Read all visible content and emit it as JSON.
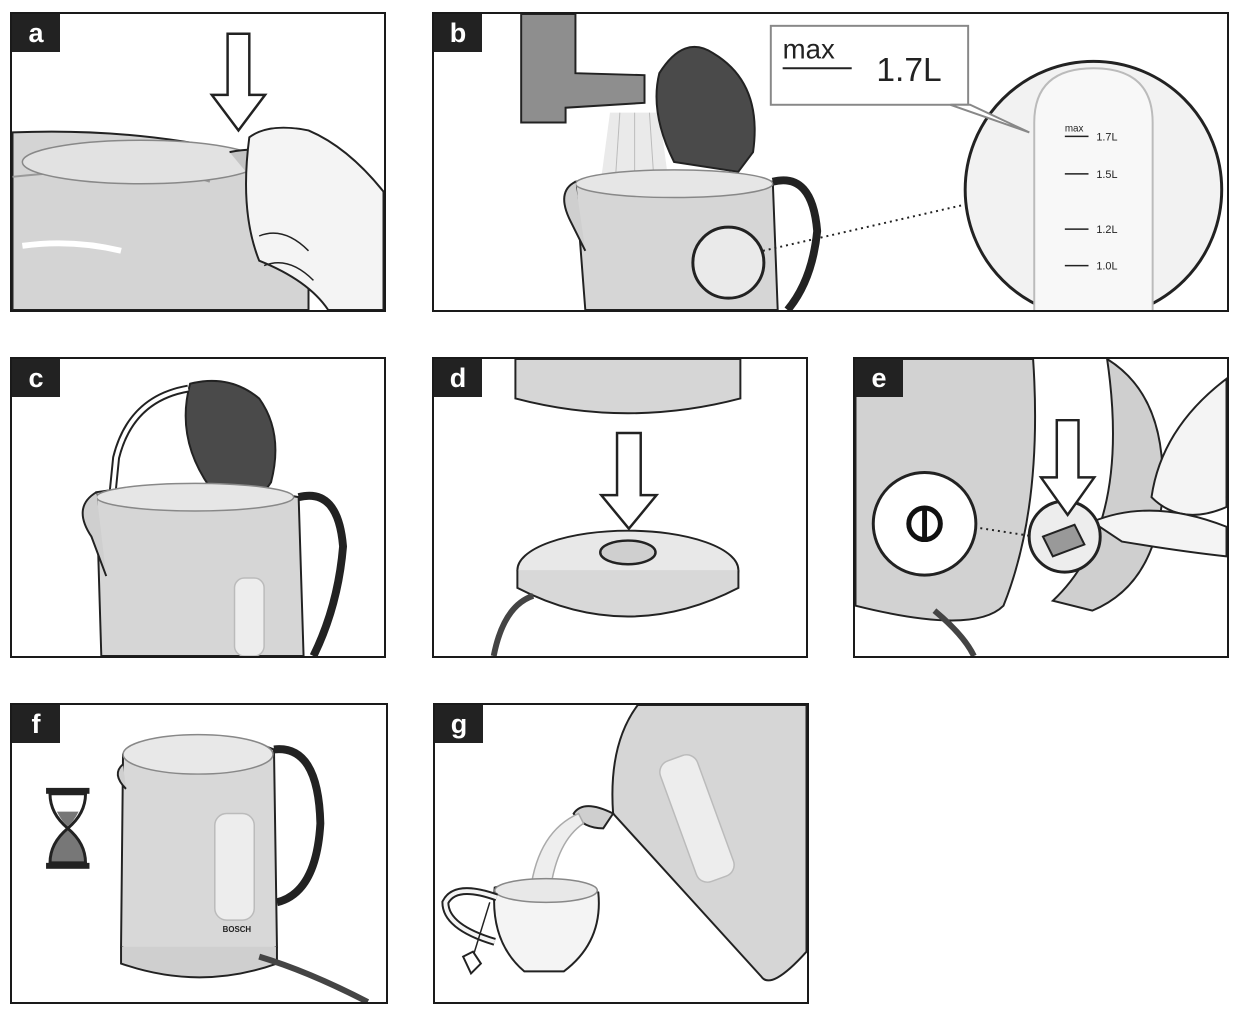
{
  "panels": {
    "a": {
      "label": "a"
    },
    "b": {
      "label": "b",
      "callout_max": "max",
      "callout_value": "1.7L",
      "scale": {
        "max_word": "max",
        "marks": [
          "1.7L",
          "1.5L",
          "1.2L",
          "1.0L"
        ]
      }
    },
    "c": {
      "label": "c"
    },
    "d": {
      "label": "d"
    },
    "e": {
      "label": "e"
    },
    "f": {
      "label": "f",
      "brand": "BOSCH"
    },
    "g": {
      "label": "g"
    }
  },
  "colors": {
    "frame": "#1a1a1a",
    "tag_bg": "#222222",
    "kettle": "#d6d6d6",
    "lid": "#4a4a4a"
  },
  "icons": [
    "down-arrow-icon",
    "power-symbol-icon",
    "hourglass-icon",
    "curved-arrow-icon"
  ]
}
